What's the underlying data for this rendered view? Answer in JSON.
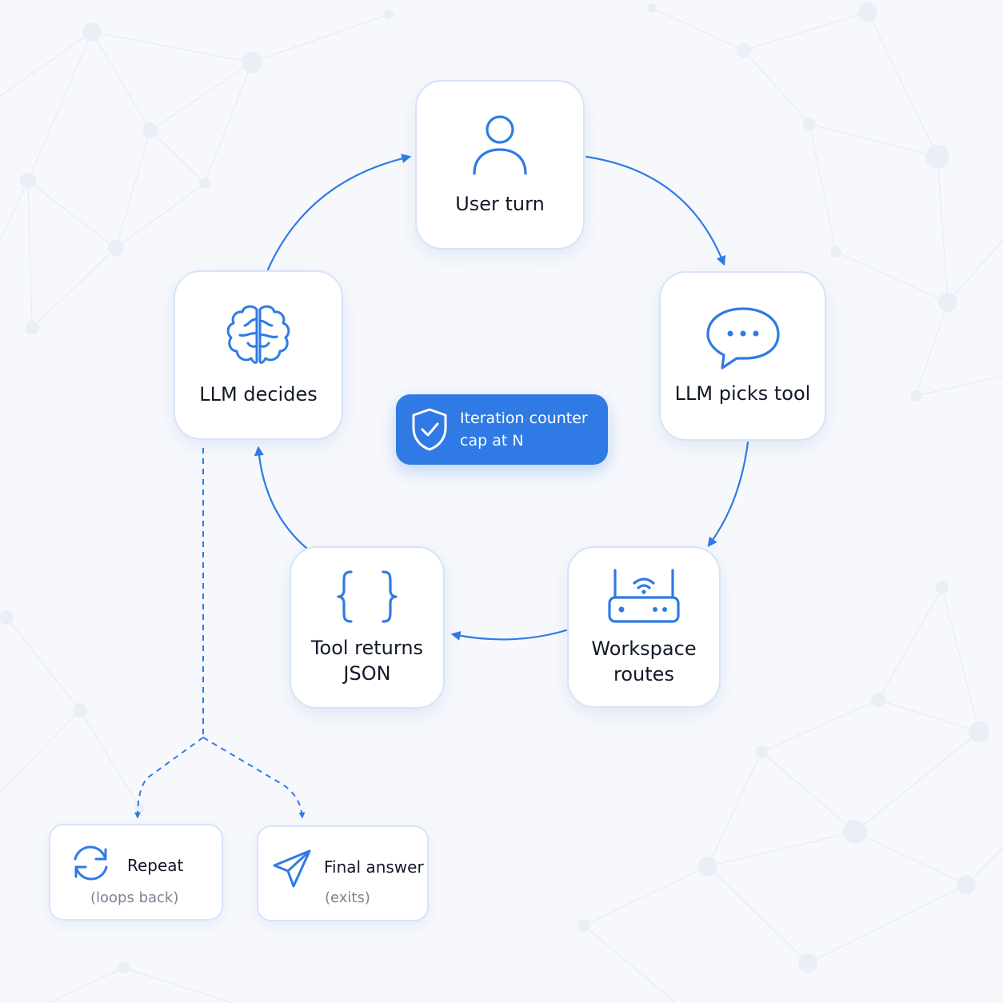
{
  "colors": {
    "accent": "#2f7ae5",
    "background": "#f6f8fc",
    "card_border": "#d7e3f8",
    "text": "#111827",
    "muted": "#7b8494"
  },
  "center_badge": {
    "icon": "shield-check-icon",
    "line1": "Iteration counter",
    "line2": "cap at N"
  },
  "nodes": {
    "user_turn": {
      "label": "User turn",
      "icon": "user-icon"
    },
    "llm_picks_tool": {
      "label": "LLM picks tool",
      "icon": "speech-bubble-icon"
    },
    "workspace_routes": {
      "label": "Workspace\nroutes",
      "icon": "router-icon"
    },
    "tool_returns_json": {
      "label": "Tool returns\nJSON",
      "icon": "curly-braces-icon"
    },
    "llm_decides": {
      "label": "LLM decides",
      "icon": "brain-icon"
    }
  },
  "outcomes": {
    "repeat": {
      "title": "Repeat",
      "subtitle": "(loops back)",
      "icon": "refresh-icon"
    },
    "final_answer": {
      "title": "Final answer",
      "subtitle": "(exits)",
      "icon": "send-icon"
    }
  }
}
